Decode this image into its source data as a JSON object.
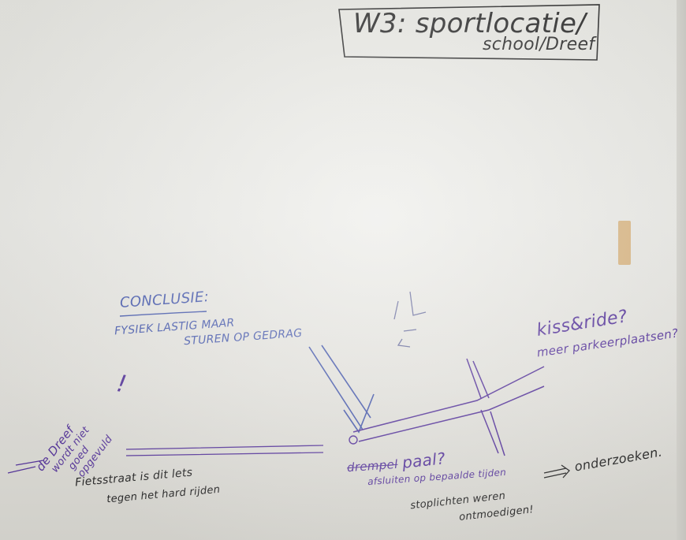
{
  "title_box": {
    "line1": "W3: sportlocatie/",
    "line2": "school/Dreef"
  },
  "conclusion": {
    "heading": "CONCLUSIE:",
    "line1": "FYSIEK LASTIG MAAR",
    "line2": "STUREN OP GEDRAG"
  },
  "right_notes": {
    "line1": "kiss&ride?",
    "line2": "meer parkeerplaatsen?"
  },
  "left_note": {
    "line1": "de Dreef",
    "line2": "wordt niet",
    "line3": "goed",
    "line4": "opgevuld",
    "mark": "!"
  },
  "bottom_left": {
    "line1": "Fietsstraat is dit lets",
    "line2": "tegen het hard rijden"
  },
  "bottom_center": {
    "struck": "drempel",
    "word": "paal?",
    "line2": "afsluiten op bepaalde tijden",
    "arrow": "⟹",
    "result": "onderzoeken.",
    "line3": "stoplichten weren",
    "line4": "ontmoedigen!"
  },
  "colors": {
    "paper": "#ecece8",
    "blue_ink": "#4a5db0",
    "purple_ink": "#5b3aa0",
    "black_ink": "#2b2b2b",
    "tape": "#d9b27a"
  }
}
